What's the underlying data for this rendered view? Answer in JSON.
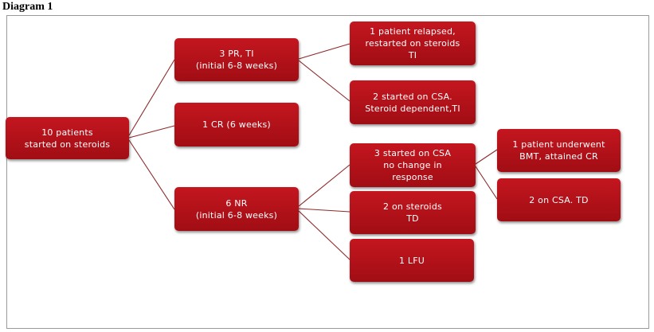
{
  "caption": "Diagram 1",
  "nodes": {
    "root": [
      "10 patients",
      "started on steroids"
    ],
    "pr": [
      "3 PR, TI",
      "(initial 6-8 weeks)"
    ],
    "cr": [
      "1 CR  (6 weeks)"
    ],
    "nr": [
      "6 NR",
      "(initial 6-8 weeks)"
    ],
    "relapsed": [
      "1 patient relapsed,",
      "restarted on steroids",
      "TI"
    ],
    "csa_dep": [
      "2 started on CSA.",
      "Steroid dependent,TI"
    ],
    "csa_nochange": [
      "3 started on CSA",
      "no change in",
      "response"
    ],
    "steroids_td": [
      "2 on steroids",
      "TD"
    ],
    "lfu": [
      "1 LFU"
    ],
    "bmt": [
      "1 patient underwent",
      "BMT, attained CR"
    ],
    "csa_td": [
      "2 on CSA. TD"
    ]
  },
  "colors": {
    "node": "#b3121a",
    "connector": "#8e2a2a"
  }
}
